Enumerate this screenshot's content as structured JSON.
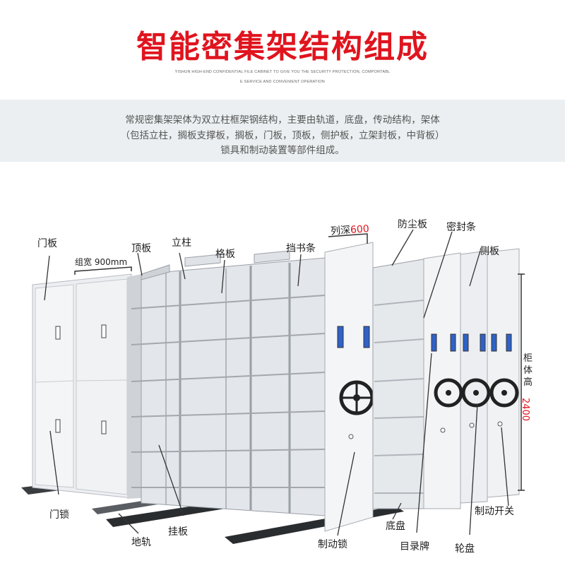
{
  "header": {
    "title": "智能密集架结构组成",
    "subtitle_line1": "YISHUN HIGH-END CONFIDENTIAL FILE CABINET TO GIVE YOU THE SECURITY PROTECTION, COMPORTABL",
    "subtitle_line2": "E SERVICE AND CONVENIENT OPERATION"
  },
  "description": {
    "line1": "常规密集架架体为双立柱框架钢结构，主要由轨道，底盘，传动结构，架体",
    "line2": "（包括立柱，搁板支撑板，搁板，门板，顶板，侧护板，立架封板，中背板）",
    "line3": "锁具和制动装置等部件组成。"
  },
  "labels": {
    "door_panel": "门板",
    "group_width_prefix": "组宽",
    "group_width_value": "900mm",
    "top_panel": "顶板",
    "column": "立柱",
    "shelf": "格板",
    "book_stop": "挡书条",
    "depth_prefix": "列深",
    "depth_value": "600",
    "dust_board": "防尘板",
    "seal_strip": "密封条",
    "side_panel": "侧板",
    "height_label_c1": "柜",
    "height_label_c2": "体",
    "height_label_c3": "高",
    "height_value": "2400",
    "door_lock": "门锁",
    "ground_rail": "地轨",
    "hanging_plate": "挂板",
    "brake_lock": "制动锁",
    "chassis": "底盘",
    "directory_card": "目录牌",
    "wheel": "轮盘",
    "brake_switch": "制动开关"
  },
  "colors": {
    "title_red": "#e0141e",
    "cabinet_light": "#f0f1f3",
    "cabinet_mid": "#d9dce0",
    "cabinet_dark": "#a7acb2",
    "rail_dark": "#2a2d30",
    "label_blue": "#2f62c8"
  }
}
